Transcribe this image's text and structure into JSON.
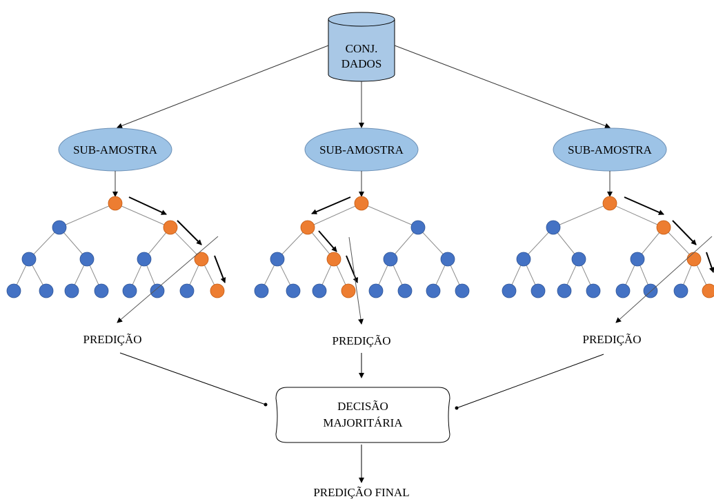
{
  "dataset": {
    "line1": "CONJ.",
    "line2": "DADOS"
  },
  "subsample_label": "SUB-AMOSTRA",
  "prediction_label": "PREDIÇÃO",
  "decision": {
    "line1": "DECISÃO",
    "line2": "MAJORITÁRIA"
  },
  "final_label": "PREDIÇÃO FINAL",
  "colors": {
    "cylinder_fill": "#a9c8e6",
    "ellipse_fill": "#9dc3e6",
    "leaf_blue": "#4472c4",
    "path_orange": "#ed7d31",
    "edge": "#8c8c8c",
    "arrow": "#000000"
  }
}
